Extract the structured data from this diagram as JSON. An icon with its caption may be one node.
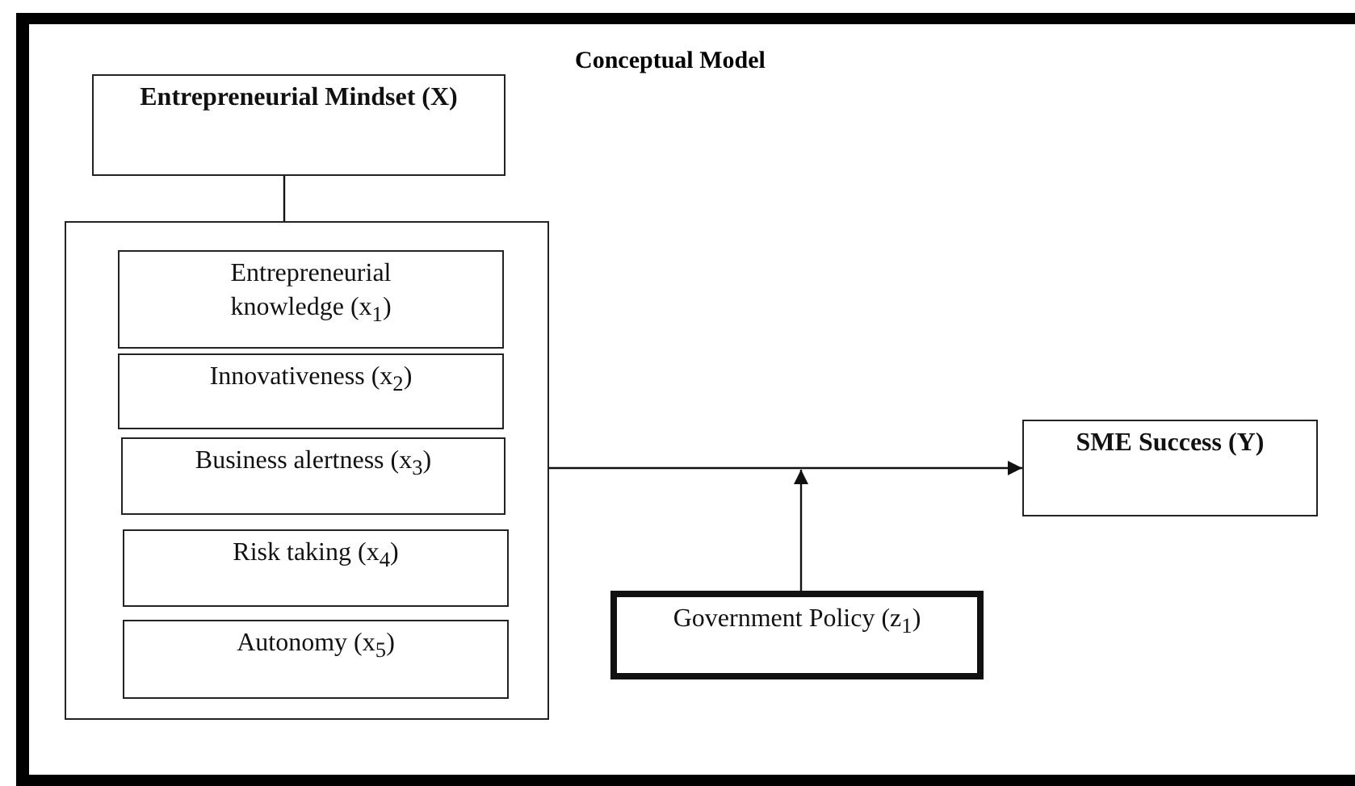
{
  "diagram": {
    "title": "Conceptual Model",
    "nodes": [
      {
        "text": [
          "Entrepreneurial Mindset (X)"
        ]
      },
      {
        "text": [],
        "shape": "box"
      },
      {
        "text": [
          "Entrepreneurial knowledge (x$_{1}$)"
        ],
        "in": 1
      },
      {
        "text": [
          "Innovativeness (x$_{2}$)"
        ],
        "in": 1
      },
      {
        "text": [
          "Business alertness (x$_{3}$)"
        ],
        "in": 1
      },
      {
        "text": [
          "Risk taking (x$_{4}$)"
        ],
        "in": 1
      },
      {
        "text": [
          "Autonomy (x$_{5}$)"
        ],
        "in": 1
      },
      {
        "text": [
          "SME Success (Y)"
        ]
      },
      {
        "text": [
          "Government Policy (z$_{1}$)"
        ]
      }
    ],
    "edges": [
      {
        "from": 0,
        "to": 1,
        "arrow": "none"
      },
      {
        "from": 1,
        "to": 7,
        "arrow": "to"
      },
      {
        "from": 8,
        "to": null,
        "arrow": "to"
      }
    ]
  }
}
